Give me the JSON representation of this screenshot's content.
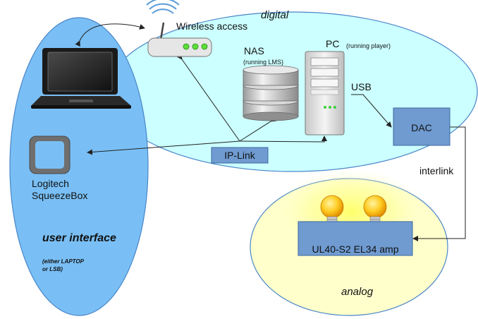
{
  "regions": {
    "digital": "digital",
    "analog": "analog",
    "user_interface": "user interface",
    "user_interface_note_1": "(either LAPTOP",
    "user_interface_note_2": "or LSB)"
  },
  "devices": {
    "wireless_access": "Wireless access",
    "nas": "NAS",
    "nas_sub": "(running LMS)",
    "pc": "PC",
    "pc_sub": "(running player)",
    "squeezebox_line1": "Logitech",
    "squeezebox_line2": "SqueezeBox"
  },
  "blocks": {
    "ip_link": "IP-Link",
    "dac": "DAC",
    "amp": "UL40-S2 EL34 amp"
  },
  "connections": {
    "usb": "USB",
    "interlink": "interlink"
  },
  "colors": {
    "user_interface_fill": "#79bff5",
    "digital_fill": "#ccffff",
    "analog_fill": "#ffffcc",
    "block_fill": "#6f9bd1",
    "block_stroke": "#3c6aa0"
  }
}
